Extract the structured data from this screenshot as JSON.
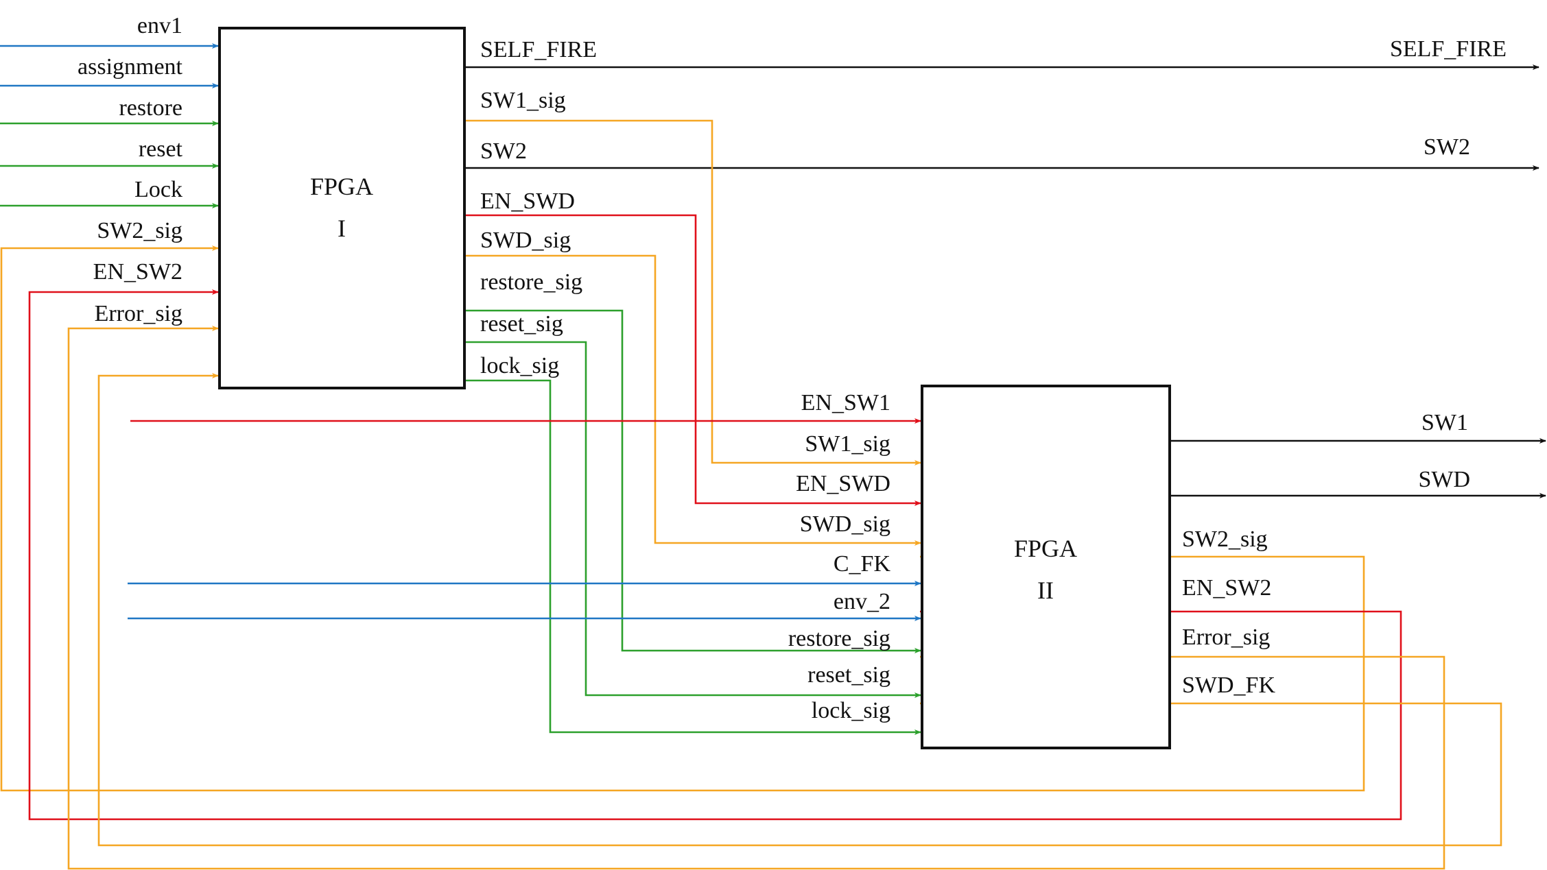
{
  "colors": {
    "blue": "#1f77c4",
    "green": "#2ca02c",
    "orange": "#f5a623",
    "red": "#e0101a",
    "black": "#111111"
  },
  "fpga1": {
    "title_line1": "FPGA",
    "title_line2": "I",
    "inputs": [
      "env1",
      "assignment",
      "restore",
      "reset",
      "Lock",
      "SW2_sig",
      "EN_SW2",
      "Error_sig"
    ],
    "outputs": [
      "SELF_FIRE",
      "SW1_sig",
      "SW2",
      "EN_SWD",
      "SWD_sig",
      "restore_sig",
      "reset_sig",
      "lock_sig"
    ]
  },
  "fpga2": {
    "title_line1": "FPGA",
    "title_line2": "II",
    "inputs": [
      "EN_SW1",
      "SW1_sig",
      "EN_SWD",
      "SWD_sig",
      "C_FK",
      "env_2",
      "restore_sig",
      "reset_sig",
      "lock_sig"
    ],
    "outputs": [
      "SW1",
      "SWD",
      "SW2_sig",
      "EN_SW2",
      "Error_sig",
      "SWD_FK"
    ]
  },
  "external_outputs": {
    "self_fire": "SELF_FIRE",
    "sw2": "SW2"
  }
}
